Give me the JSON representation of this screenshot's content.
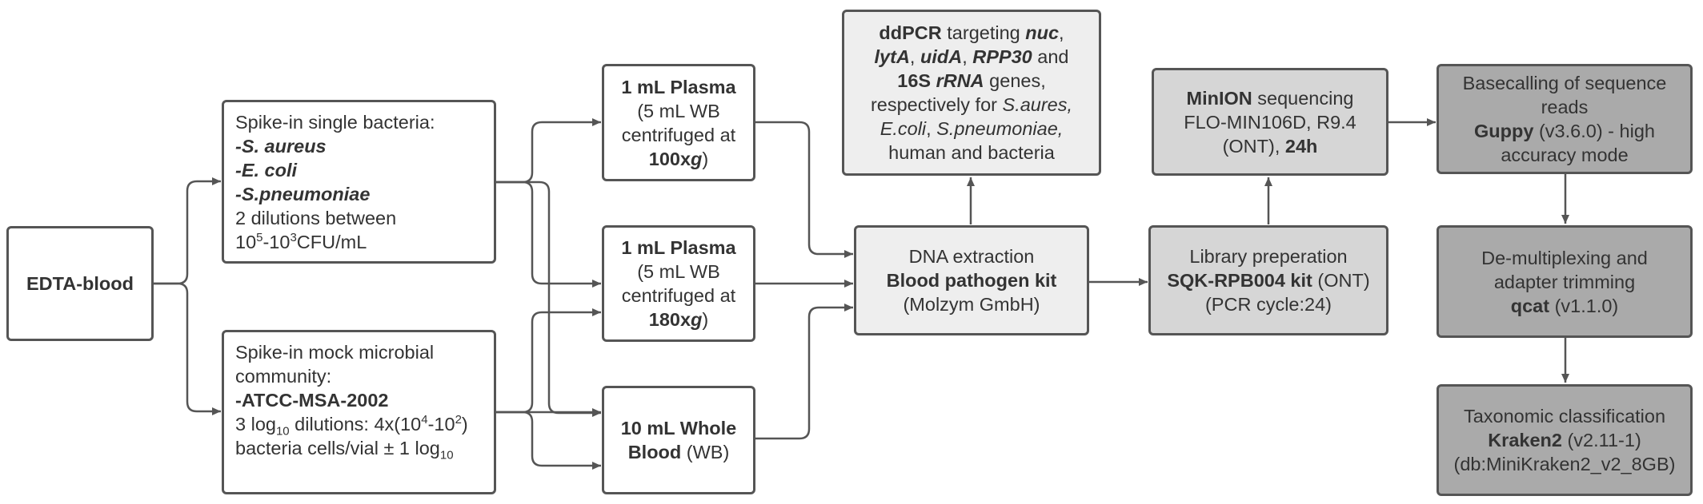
{
  "edta": {
    "label": "EDTA-blood"
  },
  "spike_single": {
    "title": "Spike-in single bacteria:",
    "b1": "-S. aureus",
    "b2": "-E. coli",
    "b3": "-S.pneumoniae",
    "dil": "2 dilutions between",
    "range_a": "10",
    "range_a_sup": "5",
    "range_b": "-10",
    "range_b_sup": "3",
    "range_unit": "CFU/mL"
  },
  "spike_mock": {
    "line1": "Spike-in mock microbial",
    "line2": "community:",
    "strain": "-ATCC-MSA-2002",
    "d1": "3 log",
    "d1_sub": "10",
    "d2": " dilutions: 4x(10",
    "d2_sup": "4",
    "d3": "-10",
    "d3_sup": "2",
    "d4": ")",
    "c1": "bacteria cells/vial ± 1 log",
    "c1_sub": "10"
  },
  "plasma100": {
    "title": "1 mL Plasma",
    "l1": "(5 mL WB",
    "l2": "centrifuged at",
    "speed": "100x",
    "g": "g",
    "close": ")"
  },
  "plasma180": {
    "title": "1 mL Plasma",
    "l1": "(5 mL WB",
    "l2": "centrifuged at",
    "speed": "180x",
    "g": "g",
    "close": ")"
  },
  "wholeblood": {
    "title1": "10 mL Whole",
    "title2": "Blood",
    "abbr": " (WB)"
  },
  "dna": {
    "l1": "DNA extraction",
    "kit": "Blood pathogen kit",
    "maker": "(Molzym GmbH)"
  },
  "ddpcr": {
    "ddpcr": "ddPCR",
    "targeting": " targeting ",
    "nuc": "nuc",
    "comma1": ",",
    "lyta": "lytA",
    "sep1": ", ",
    "uida": "uidA",
    "sep2": ", ",
    "rpp30": "RPP30",
    "and": " and",
    "s16": "16S ",
    "rrna": "rRNA",
    "genes": " genes,",
    "resp": "respectively for ",
    "sa": "S.aures,",
    "ec": "E.coli",
    "sep3": ", ",
    "sp": "S.pneumoniae,",
    "last": "human and bacteria"
  },
  "library": {
    "l1": "Library preperation",
    "kit": "SQK-RPB004 kit",
    "ont": " (ONT)",
    "pcr": "(PCR cycle:24)"
  },
  "minion": {
    "minion": "MinION",
    "seq": " sequencing",
    "l2": "FLO-MIN106D, R9.4",
    "l3a": "(ONT), ",
    "l3b": "24h"
  },
  "basecall": {
    "l1": "Basecalling of sequence",
    "l2": "reads",
    "guppy": "Guppy",
    "ver": " (v3.6.0) - high",
    "l4": "accuracy mode"
  },
  "demux": {
    "l1": "De-multiplexing and",
    "l2": "adapter trimming",
    "qcat": "qcat",
    "ver": " (v1.1.0)"
  },
  "taxo": {
    "l1": "Taxonomic classification",
    "kraken": "Kraken2",
    "ver": " (v2.11-1)",
    "db": "(db:MiniKraken2_v2_8GB)"
  },
  "colors": {
    "border": "#555555",
    "level1": "#eeeeee",
    "level2": "#d6d6d6",
    "level3": "#aaaaaa"
  }
}
